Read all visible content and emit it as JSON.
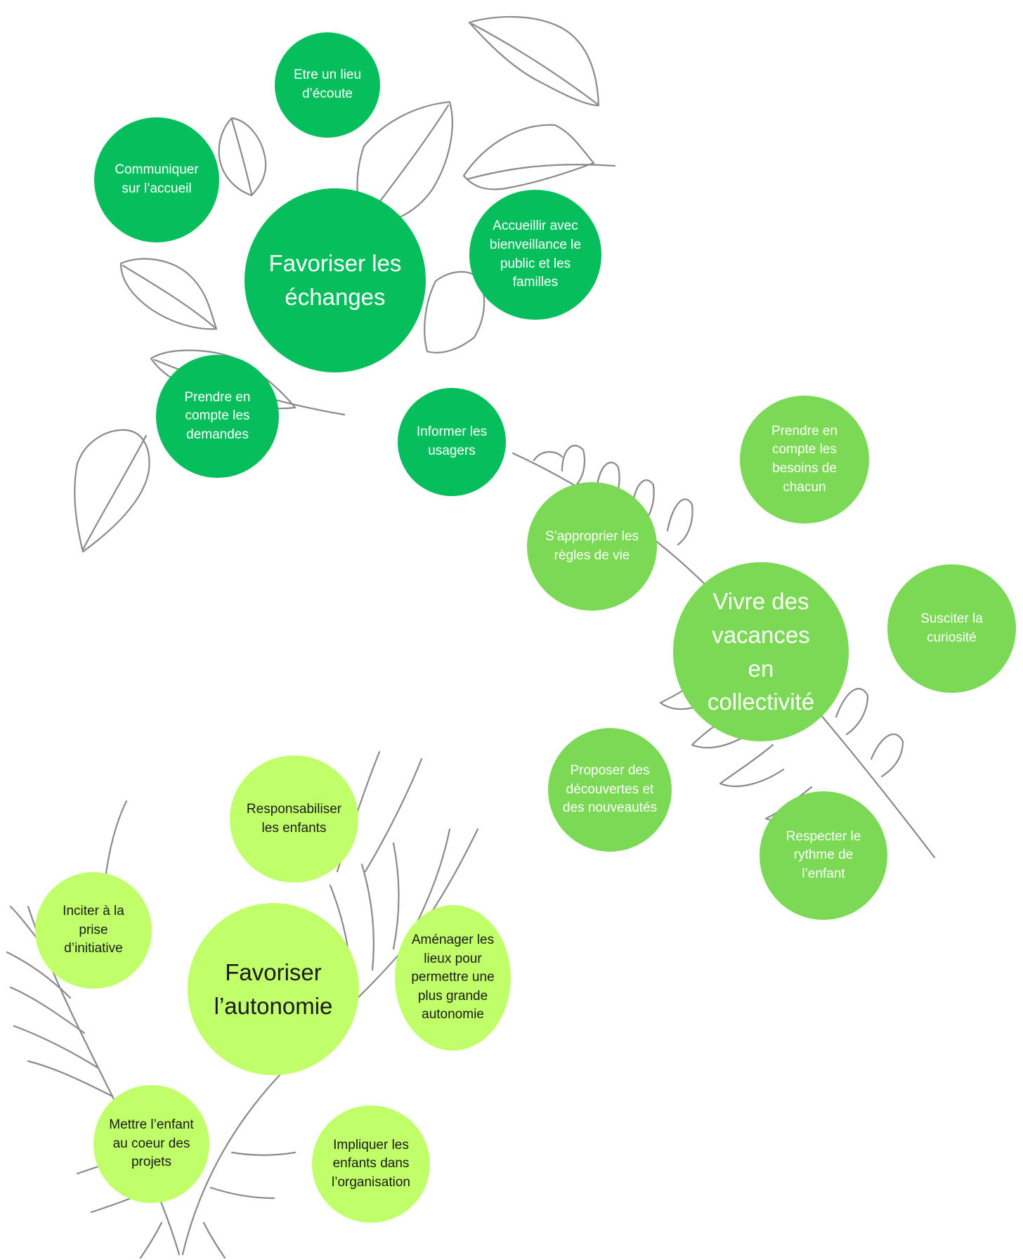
{
  "colors": {
    "cluster_echanges": "#06be5c",
    "cluster_collectivite": "#7bd955",
    "cluster_autonomie": "#c1ff6a",
    "leaf_stroke": "#8a8a8a"
  },
  "decorations": [
    "leaf-drawing",
    "fern-drawing",
    "palm-drawing"
  ],
  "clusters": {
    "echanges": {
      "main": "Favoriser les\néchanges",
      "items": {
        "ecoute": "Etre un lieu\nd’écoute",
        "communiquer": "Communiquer\nsur l’accueil",
        "accueillir": "Accueillir avec\nbienveillance le\npublic et les\nfamilles",
        "prendre": "Prendre en\ncompte les\ndemandes",
        "informer": "Informer les\nusagers"
      }
    },
    "collectivite": {
      "main": "Vivre des\nvacances\nen\ncollectivité",
      "items": {
        "besoins": "Prendre en\ncompte les\nbesoins de\nchacun",
        "approprier": "S’approprier les\nrègles de vie",
        "curiosite": "Susciter la\ncuriosité",
        "decouvertes": "Proposer des\ndécouvertes et\ndes nouveautés",
        "rythme": "Respecter le\nrythme de\nl’enfant"
      }
    },
    "autonomie": {
      "main": "Favoriser\nl’autonomie",
      "items": {
        "responsabiliser": "Responsabiliser\nles enfants",
        "inciter": "Inciter à la\nprise\nd’initiative",
        "amenager": "Aménager les\nlieux pour\npermettre une\nplus grande\nautonomie",
        "enfant_coeur": "Mettre l’enfant\nau coeur des\nprojets",
        "impliquer": "Impliquer les\nenfants dans\nl’organisation"
      }
    }
  }
}
